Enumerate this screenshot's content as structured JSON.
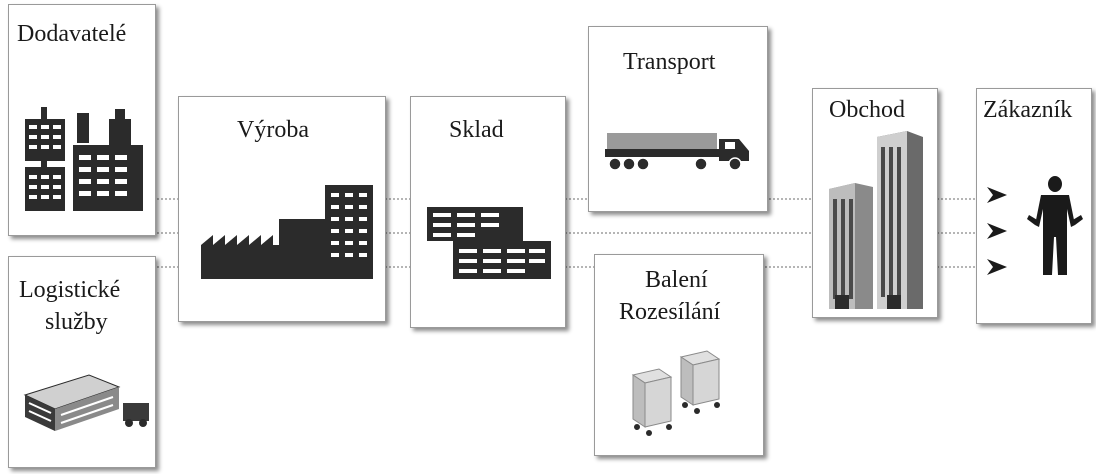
{
  "nodes": {
    "suppliers": {
      "label": "Dodavatelé"
    },
    "logistics": {
      "label_line1": "Logistické",
      "label_line2": "služby"
    },
    "production": {
      "label": "Výroba"
    },
    "warehouse": {
      "label": "Sklad"
    },
    "transport": {
      "label": "Transport"
    },
    "packaging": {
      "label_line1": "Balení",
      "label_line2": "Rozesílání"
    },
    "shop": {
      "label": "Obchod"
    },
    "customer": {
      "label": "Zákazník"
    }
  },
  "icons": {
    "suppliers": "factory-buildings-icon",
    "logistics": "logistics-center-icon",
    "production": "factory-icon",
    "warehouse": "warehouse-icon",
    "transport": "truck-icon",
    "packaging": "parcel-carts-icon",
    "shop": "office-towers-icon",
    "customer": "person-icon"
  },
  "colors": {
    "ink": "#2b2b2b",
    "border": "#9a9a9a",
    "flow_line": "#b5b5b5"
  }
}
